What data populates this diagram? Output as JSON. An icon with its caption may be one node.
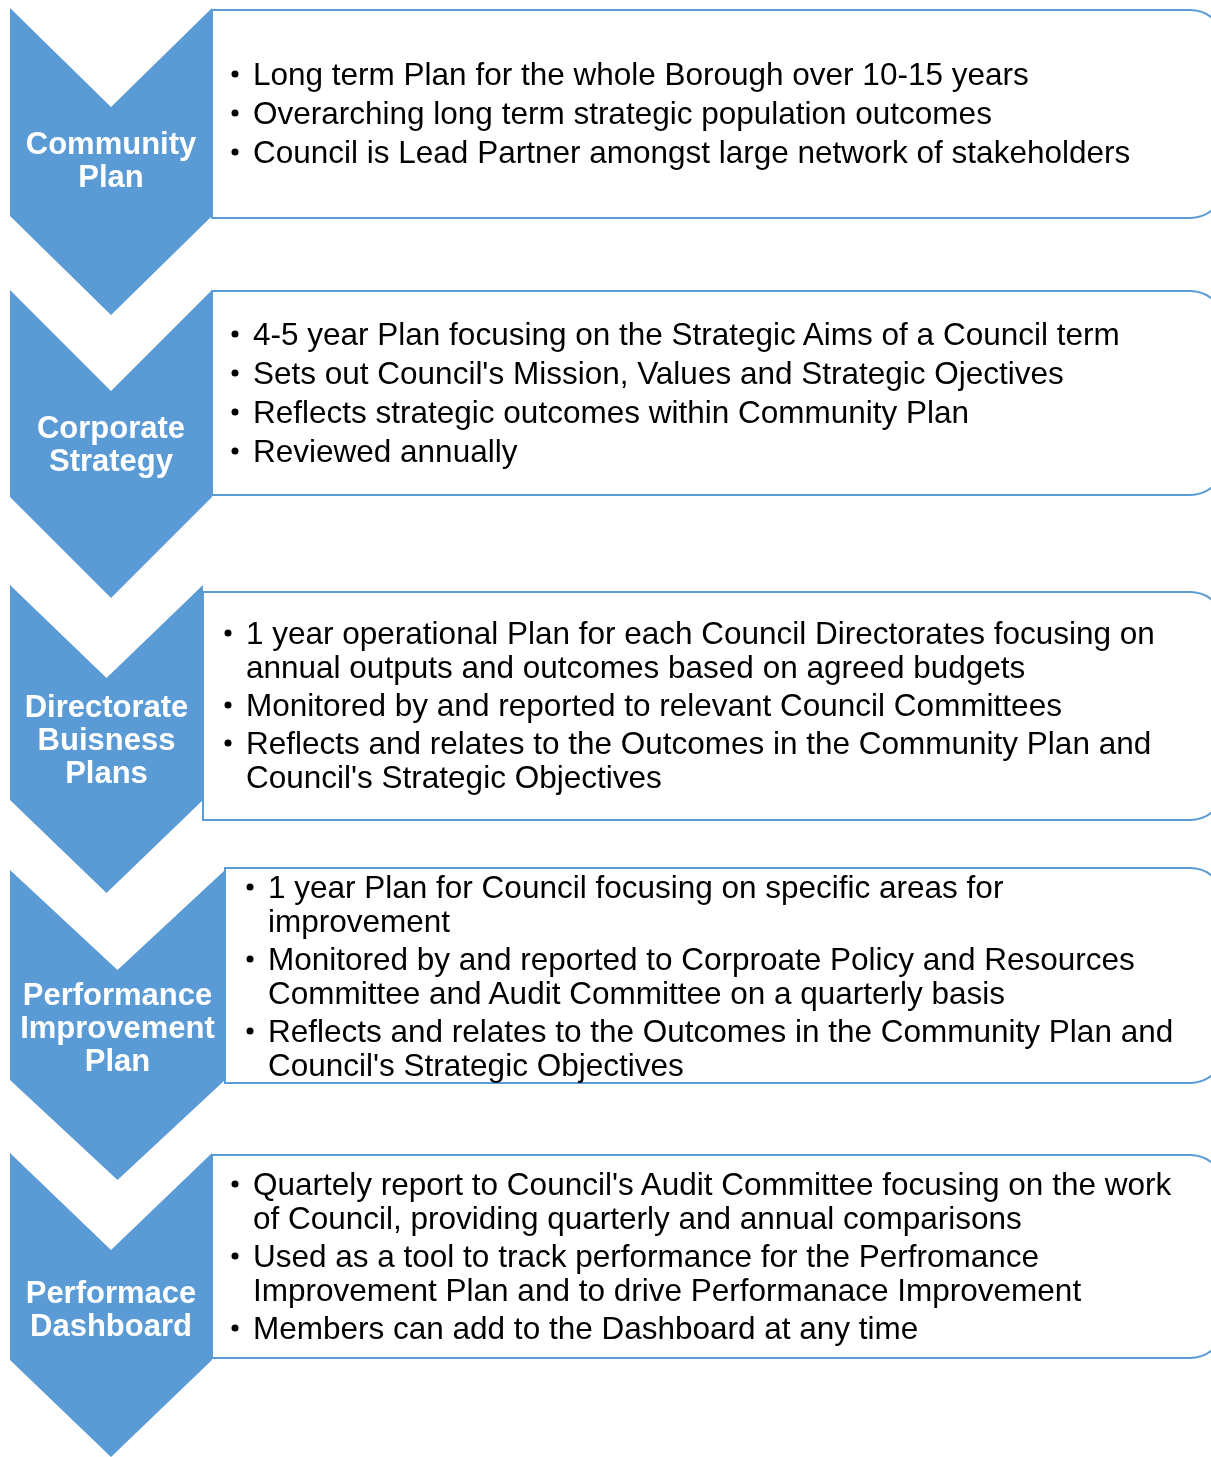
{
  "diagram": {
    "nodes": [
      {
        "text": [
          "Community Plan"
        ]
      },
      {
        "text": [
          "Long term Plan for the whole Borough over 10-15 years",
          "Overarching long term strategic population outcomes",
          "Council is Lead Partner amongst large network of stakeholders"
        ]
      },
      {
        "text": [
          "Corporate Strategy"
        ]
      },
      {
        "text": [
          "4-5 year Plan focusing on the Strategic Aims of a Council term",
          "Sets out Council's Mission, Values and Strategic Ojectives",
          "Reflects strategic outcomes within Community Plan",
          "Reviewed annually"
        ]
      },
      {
        "text": [
          "Directorate Buisness Plans"
        ]
      },
      {
        "text": [
          "1 year operational Plan for each Council Directorates focusing on annual outputs and outcomes based on agreed budgets",
          "Monitored by and reported to relevant Council Committees",
          "Reflects and relates to the Outcomes in the Community Plan and Council's Strategic Objectives"
        ]
      },
      {
        "text": [
          "Performance Improvement Plan"
        ]
      },
      {
        "text": [
          "1 year Plan for Council focusing on specific areas for improvement",
          "Monitored by and reported to Corproate Policy and Resources Committee and Audit Committee on a quarterly basis",
          "Reflects and relates to the Outcomes in the Community Plan and Council's Strategic Objectives"
        ]
      },
      {
        "text": [
          "Performace Dashboard"
        ]
      },
      {
        "text": [
          "Quartely report to Council's Audit Committee focusing on the work of Council, providing quarterly and annual comparisons",
          "Used as a tool to track performance for the Perfromance Improvement Plan and to drive Performanace Improvement",
          "Members can add to the Dashboard at any time"
        ]
      }
    ]
  }
}
